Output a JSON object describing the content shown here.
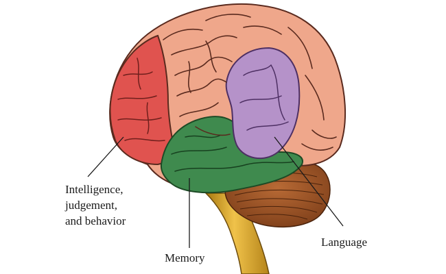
{
  "labels": {
    "intelligence": [
      "Intelligence,",
      "judgement,",
      "and behavior"
    ],
    "memory": "Memory",
    "language": "Language"
  },
  "colors": {
    "frontal_lobe": "#e0534f",
    "cerebrum": "#efa78b",
    "temporal_lobe": "#3f8a4e",
    "language_area": "#b592c9",
    "cerebellum": "#a35a2a",
    "brainstem": "#d9a326",
    "sulcus_line": "#5a2a1e"
  },
  "regions": [
    "frontal-lobe-region",
    "cerebrum-region",
    "temporal-lobe-region",
    "language-area-region",
    "cerebellum-region",
    "brainstem-region"
  ]
}
